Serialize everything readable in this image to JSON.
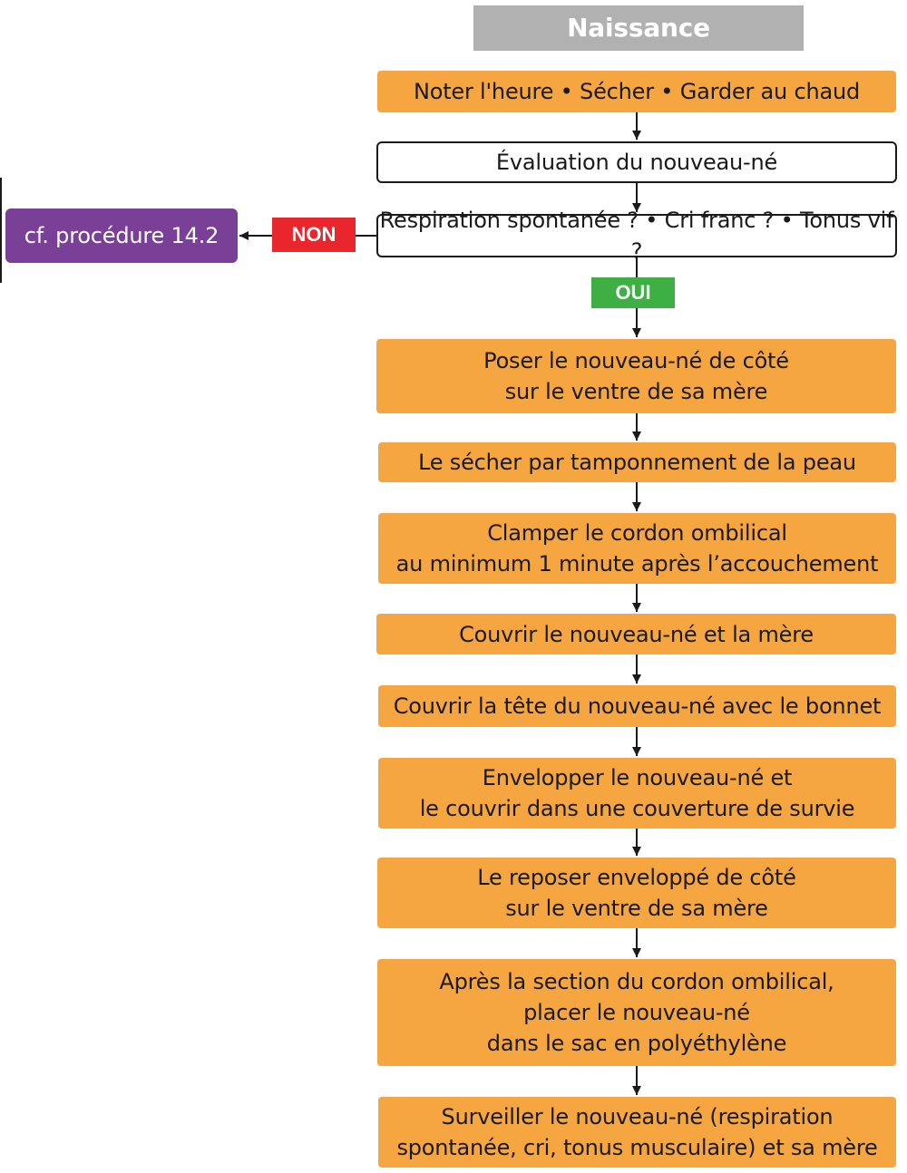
{
  "title": "Naissance",
  "steps": {
    "noter": "Noter l'heure • Sécher • Garder au chaud",
    "evaluation": "Évaluation du nouveau-né",
    "question": "Respiration spontanée ? • Cri franc ? • Tonus vif ?",
    "poser": "Poser le nouveau-né de côté\nsur le ventre de sa mère",
    "secher": "Le sécher par tamponnement de la peau",
    "clamper": "Clamper le cordon ombilical\nau minimum 1 minute après l’accouchement",
    "couvrir": "Couvrir le nouveau-né et la mère",
    "tete": "Couvrir la tête du nouveau-né avec le bonnet",
    "envelopper": "Envelopper le nouveau-né et\nle couvrir dans une couverture de survie",
    "reposer": "Le reposer enveloppé de côté\nsur le ventre de sa mère",
    "apres": "Après la section du cordon ombilical,\nplacer le nouveau-né\ndans le sac en polyéthylène",
    "surveiller": "Surveiller le nouveau-né (respiration\nspontanée, cri, tonus musculaire) et sa mère"
  },
  "branch": {
    "non": "NON",
    "oui": "OUI",
    "procedure": "cf. procédure 14.2"
  },
  "colors": {
    "step": "#f5a640",
    "title": "#b1b1b1",
    "non": "#e8262b",
    "oui": "#3eb043",
    "procedure": "#7a3f96"
  }
}
